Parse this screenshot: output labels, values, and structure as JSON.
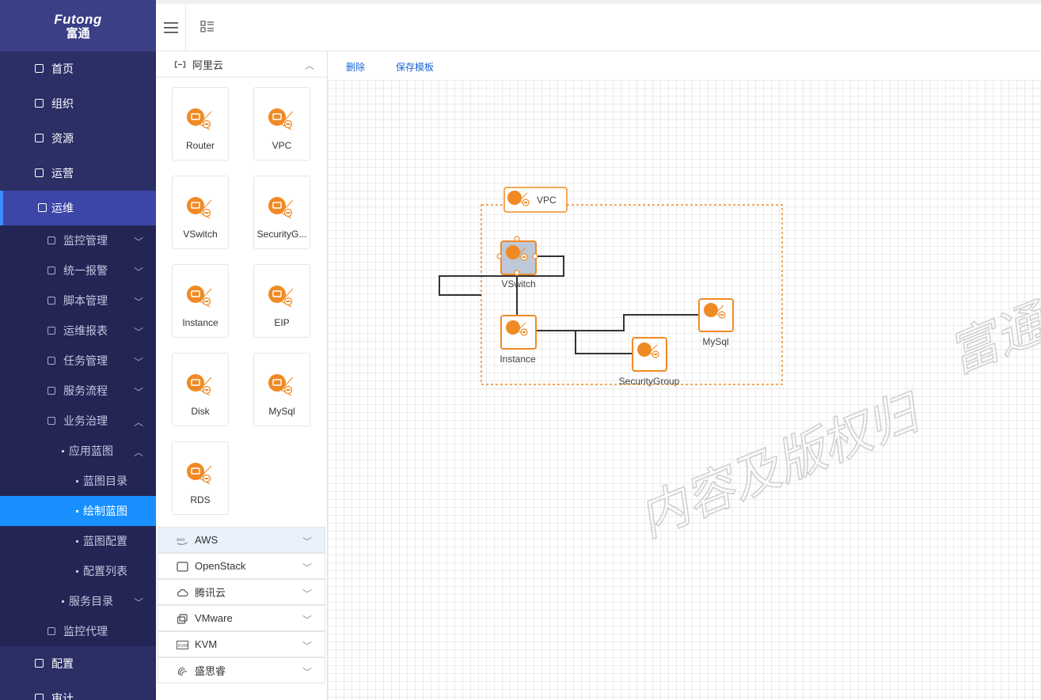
{
  "brand": {
    "name_en": "Futong",
    "name_cn": "富通"
  },
  "sidebar": {
    "items": [
      {
        "label": "首页",
        "icon": "home-icon"
      },
      {
        "label": "组织",
        "icon": "org-icon"
      },
      {
        "label": "资源",
        "icon": "resource-icon"
      },
      {
        "label": "运营",
        "icon": "operation-icon"
      },
      {
        "label": "运维",
        "icon": "maintenance-icon",
        "active": true
      }
    ],
    "sub_items": [
      {
        "label": "监控管理",
        "icon": "monitor-icon",
        "chevron": "down"
      },
      {
        "label": "统一报警",
        "icon": "alarm-icon",
        "chevron": "down"
      },
      {
        "label": "脚本管理",
        "icon": "script-icon",
        "chevron": "down"
      },
      {
        "label": "运维报表",
        "icon": "report-icon",
        "chevron": "down"
      },
      {
        "label": "任务管理",
        "icon": "task-icon",
        "chevron": "down"
      },
      {
        "label": "服务流程",
        "icon": "flow-icon",
        "chevron": "down"
      },
      {
        "label": "业务治理",
        "icon": "governance-icon",
        "chevron": "up"
      }
    ],
    "app_blueprint": {
      "label": "应用蓝图",
      "chevron": "up"
    },
    "blueprint_children": [
      {
        "label": "蓝图目录"
      },
      {
        "label": "绘制蓝图",
        "active": true
      },
      {
        "label": "蓝图配置"
      },
      {
        "label": "配置列表"
      }
    ],
    "service_catalog": {
      "label": "服务目录",
      "chevron": "down"
    },
    "monitor_agent": {
      "label": "监控代理"
    },
    "bottom_items": [
      {
        "label": "配置",
        "icon": "config-icon"
      },
      {
        "label": "审计",
        "icon": "audit-icon"
      }
    ]
  },
  "palette": {
    "aliyun": {
      "title": "阿里云",
      "components": [
        "Router",
        "VPC",
        "VSwitch",
        "SecurityG...",
        "Instance",
        "EIP",
        "Disk",
        "MySql",
        "RDS"
      ]
    },
    "groups": [
      "AWS",
      "OpenStack",
      "腾讯云",
      "VMware",
      "KVM",
      "盛思睿"
    ]
  },
  "toolbar": {
    "delete_label": "删除",
    "save_template_label": "保存模板"
  },
  "diagram": {
    "vpc_label": "VPC",
    "nodes": [
      "VSwitch",
      "Instance",
      "SecurityGroup",
      "MySql"
    ]
  },
  "watermark": {
    "line1": "富通云腾所有",
    "line2": "内容及版权归"
  },
  "colors": {
    "sidebar_bg": "#2b2f66",
    "accent_blue": "#1890ff",
    "node_orange": "#f08a24"
  }
}
